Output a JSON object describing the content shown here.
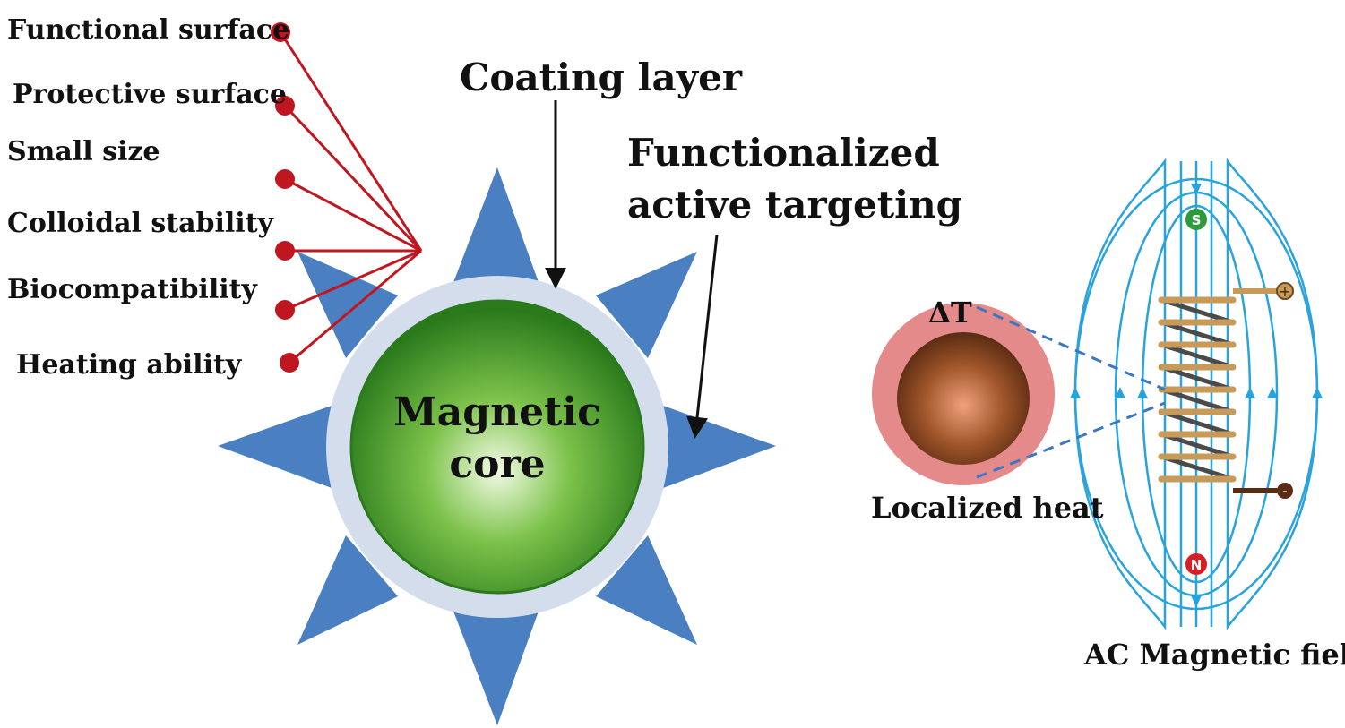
{
  "properties": [
    "Functional surface",
    "Protective surface",
    "Small size",
    "Colloidal stability",
    "Biocompatibility",
    "Heating ability"
  ],
  "labels": {
    "coating_layer": "Coating layer",
    "functionalized_line1": "Functionalized",
    "functionalized_line2": "active targeting",
    "core_line1": "Magnetic",
    "core_line2": "core",
    "delta_t": "ΔT",
    "localized_heat": "Localized heat",
    "ac_field": "AC Magnetic field",
    "pole_s": "S",
    "pole_n": "N",
    "plus": "+",
    "minus": "-"
  },
  "colors": {
    "spike": "#4a7fc1",
    "coating": "#d3ddec",
    "core_dark": "#2e7d1f",
    "core_light": "#e9f6d6",
    "lead_lines": "#c0161f",
    "field_lines": "#29a3dc",
    "heat_halo": "#e58a8a",
    "particle": "#8a4a22",
    "coil": "#c79a5a"
  }
}
